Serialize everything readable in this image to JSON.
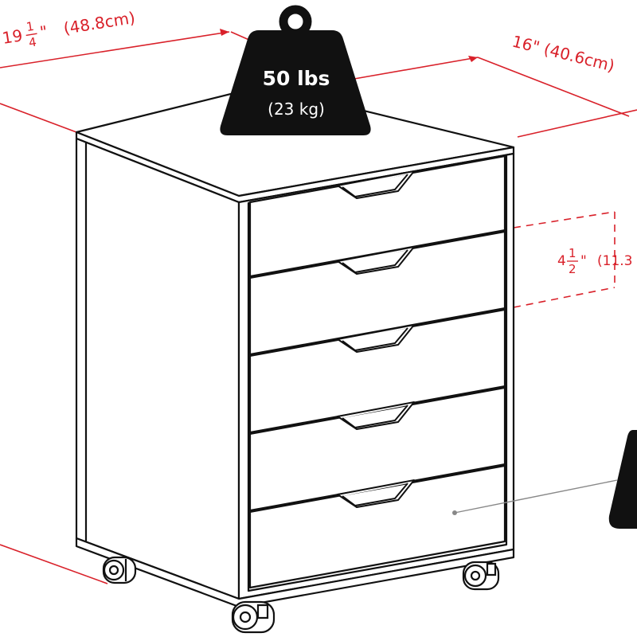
{
  "colors": {
    "dimension": "#d9212a",
    "outline": "#111111",
    "weight_badge": "#111111",
    "leader": "#888888"
  },
  "dimensions": {
    "width": {
      "whole": "19",
      "num": "1",
      "den": "4",
      "unit": "\"",
      "metric": "(48.8cm)"
    },
    "depth": {
      "label": "16\" (40.6cm)"
    },
    "drawer_height": {
      "whole": "4",
      "num": "1",
      "den": "2",
      "unit": "\"",
      "metric": "(11.3"
    }
  },
  "weight": {
    "icon": "weight-icon",
    "imperial": "50 lbs",
    "metric": "(23 kg)"
  },
  "product": {
    "icon": "cabinet-icon",
    "drawer_count": 5,
    "caster_count": 4
  }
}
